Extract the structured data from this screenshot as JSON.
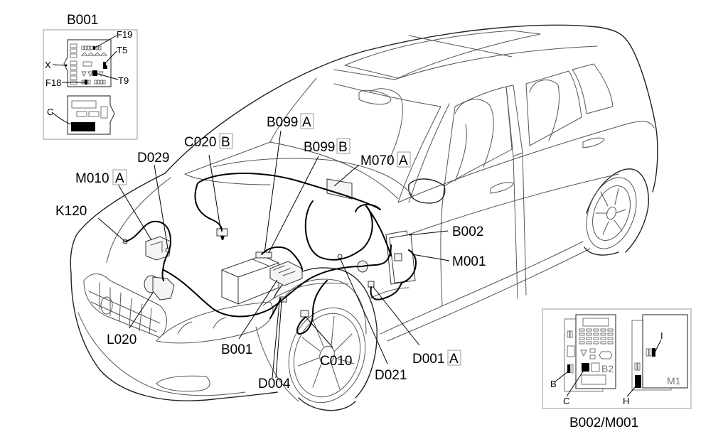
{
  "diagram": {
    "subject": "Vehicle component location — engine compartment wiring",
    "colors": {
      "line": "#000000",
      "car_outline": "#555555",
      "tag_border": "#999999",
      "background": "#ffffff"
    }
  },
  "callouts": [
    {
      "id": "B001_inset_title",
      "code": "B001",
      "tag": ""
    },
    {
      "id": "K120",
      "code": "K120",
      "tag": ""
    },
    {
      "id": "M010",
      "code": "M010",
      "tag": "A"
    },
    {
      "id": "D029",
      "code": "D029",
      "tag": ""
    },
    {
      "id": "C020",
      "code": "C020",
      "tag": "B"
    },
    {
      "id": "B099A",
      "code": "B099",
      "tag": "A"
    },
    {
      "id": "B099B",
      "code": "B099",
      "tag": "B"
    },
    {
      "id": "M070",
      "code": "M070",
      "tag": "A"
    },
    {
      "id": "B002",
      "code": "B002",
      "tag": ""
    },
    {
      "id": "M001",
      "code": "M001",
      "tag": ""
    },
    {
      "id": "L020",
      "code": "L020",
      "tag": ""
    },
    {
      "id": "B001",
      "code": "B001",
      "tag": ""
    },
    {
      "id": "D004",
      "code": "D004",
      "tag": ""
    },
    {
      "id": "C010",
      "code": "C010",
      "tag": ""
    },
    {
      "id": "D021",
      "code": "D021",
      "tag": ""
    },
    {
      "id": "D001",
      "code": "D001",
      "tag": "A"
    }
  ],
  "inset_b001": {
    "title": "B001",
    "labels": {
      "f19": "F19",
      "t5": "T5",
      "x": "X",
      "t9": "T9",
      "f18": "F18",
      "c": "C"
    }
  },
  "inset_b002_m001": {
    "title": "B002/M001",
    "labels": {
      "b": "B",
      "c": "C",
      "h": "H",
      "i": "I",
      "b2": "B2",
      "m1": "M1"
    }
  }
}
